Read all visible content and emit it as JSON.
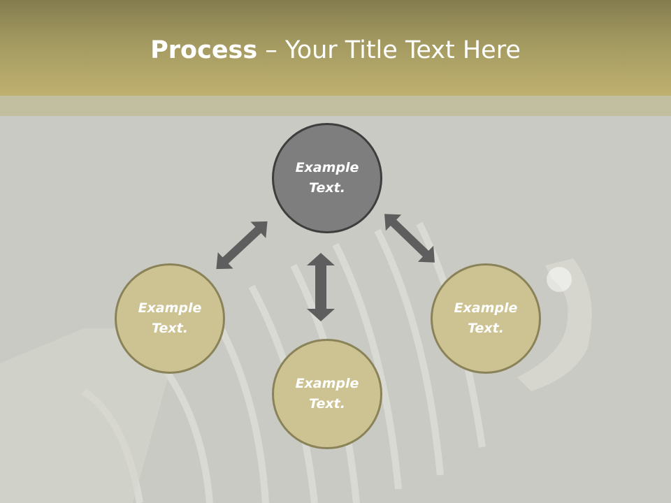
{
  "header": {
    "title_bold": "Process",
    "title_rest": " – Your Title Text Here",
    "colors": {
      "band_top": "#847c4e",
      "band_bottom": "#bfb06f",
      "subband": "#c2bea0"
    }
  },
  "diagram": {
    "nodes": {
      "top": {
        "line1": "Example",
        "line2": "Text.",
        "color": "#7e7e7e"
      },
      "left": {
        "line1": "Example",
        "line2": "Text.",
        "color": "#cdc291"
      },
      "right": {
        "line1": "Example",
        "line2": "Text.",
        "color": "#cdc291"
      },
      "bottom": {
        "line1": "Example",
        "line2": "Text.",
        "color": "#cdc291"
      }
    },
    "arrow_color": "#5e5e5e",
    "background": "spark-plug-photo"
  }
}
